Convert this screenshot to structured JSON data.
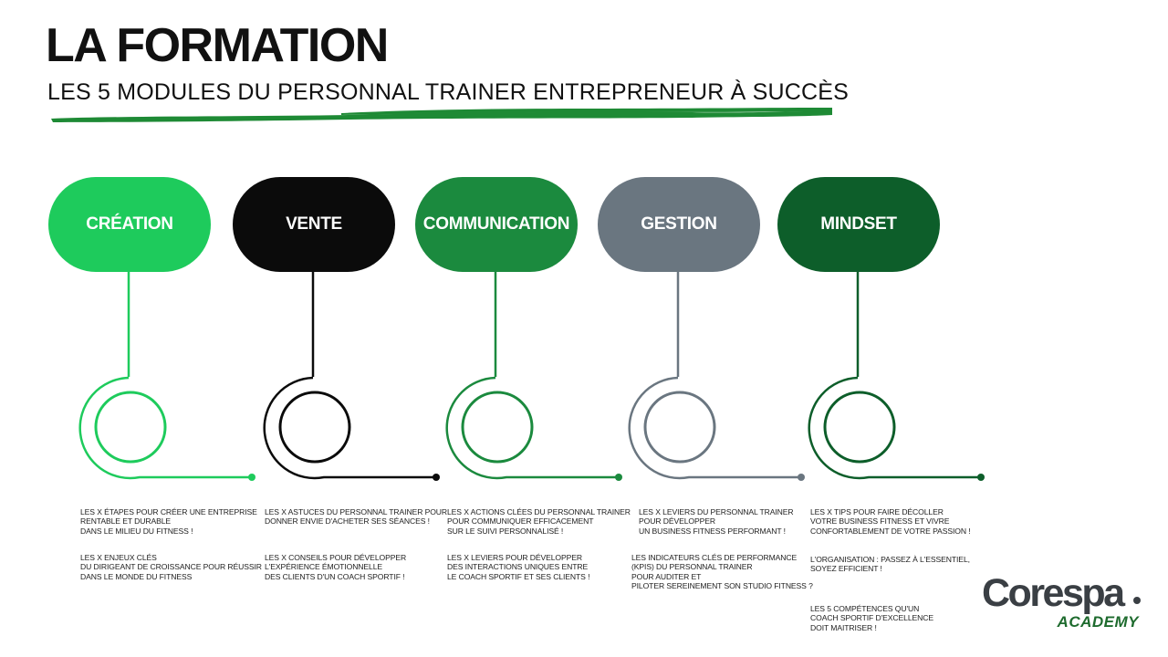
{
  "header": {
    "title": "LA FORMATION",
    "subtitle": "LES 5 MODULES DU PERSONNAL TRAINER ENTREPRENEUR À SUCCÈS"
  },
  "modules": [
    {
      "label": "CRÉATION",
      "color": "#1ecb5c",
      "descriptions": [
        "LES X ÉTAPES POUR CRÉER UNE ENTREPRISE\nRENTABLE ET DURABLE\nDANS LE MILIEU DU FITNESS !",
        "LES X ENJEUX CLÉS\nDU DIRIGEANT DE CROISSANCE POUR RÉUSSIR\nDANS LE MONDE DU FITNESS"
      ]
    },
    {
      "label": "VENTE",
      "color": "#0b0b0b",
      "descriptions": [
        "LES X ASTUCES DU PERSONNAL TRAINER POUR\nDONNER ENVIE D'ACHETER SES SÉANCES !",
        "LES X CONSEILS POUR DÉVELOPPER\nL'EXPÉRIENCE ÉMOTIONNELLE\nDES CLIENTS D'UN COACH SPORTIF !"
      ]
    },
    {
      "label": "COMMUNICATION",
      "color": "#1b8a3e",
      "descriptions": [
        "LES X ACTIONS CLÉES DU PERSONNAL TRAINER\nPOUR COMMUNIQUER EFFICACEMENT\nSUR LE SUIVI PERSONNALISÉ !",
        "LES X LEVIERS POUR DÉVELOPPER\nDES INTERACTIONS UNIQUES ENTRE\nLE COACH SPORTIF ET SES CLIENTS !"
      ]
    },
    {
      "label": "GESTION",
      "color": "#6a7680",
      "descriptions": [
        "LES X LEVIERS DU PERSONNAL TRAINER\nPOUR DÉVELOPPER\nUN BUSINESS FITNESS PERFORMANT !",
        "LES INDICATEURS CLÉS DE PERFORMANCE\n(KPIS) DU PERSONNAL TRAINER\nPOUR AUDITER ET\nPILOTER SEREINEMENT SON STUDIO FITNESS ?"
      ]
    },
    {
      "label": "MINDSET",
      "color": "#0d5e2a",
      "descriptions": [
        "LES X TIPS POUR FAIRE DÉCOLLER\nVOTRE BUSINESS FITNESS ET VIVRE\nCONFORTABLEMENT DE VOTRE PASSION !",
        "L'ORGANISATION : PASSEZ À L'ESSENTIEL,\nSOYEZ EFFICIENT !",
        "LES 5 COMPÉTENCES QU'UN\nCOACH SPORTIF D'EXCELLENCE\nDOIT MAITRISER !"
      ]
    }
  ],
  "logo": {
    "name": "Corespa",
    "sub": "ACADEMY",
    "color": "#3a3f44",
    "accent": "#1e6b2e"
  },
  "colors": {
    "brush": "#1e8a35"
  }
}
